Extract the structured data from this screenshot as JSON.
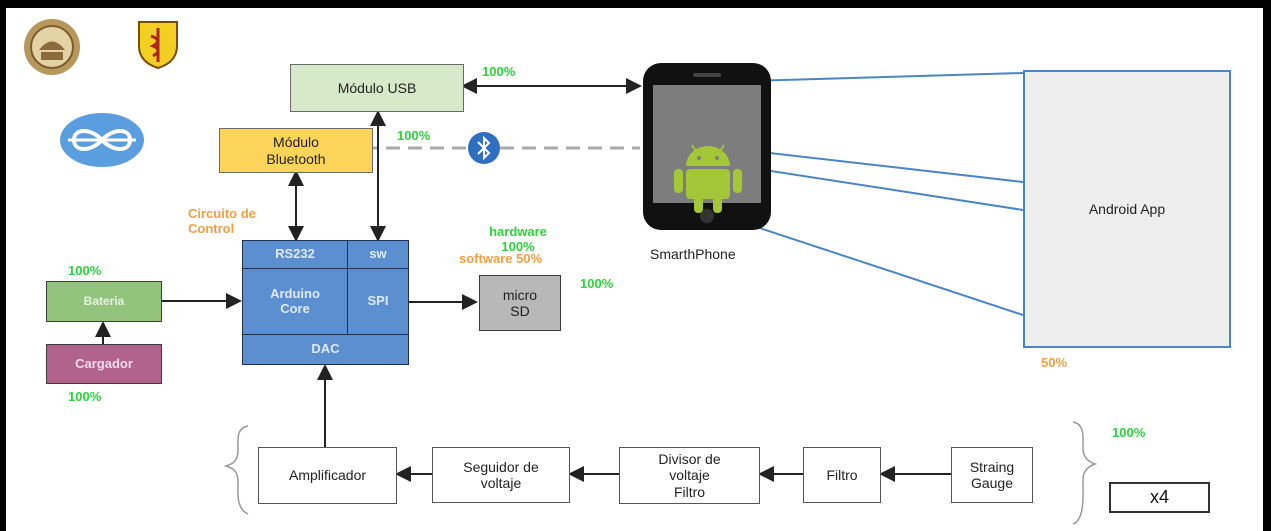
{
  "blocks": {
    "usb": "Módulo USB",
    "bluetooth_line1": "Módulo",
    "bluetooth_line2": "Bluetooth",
    "control_label_line1": "Circuito de",
    "control_label_line2": "Control",
    "rs232": "RS232",
    "sw": "sw",
    "arduino_line1": "Arduino",
    "arduino_line2": "Core",
    "spi": "SPI",
    "dac": "DAC",
    "bateria": "Bateria",
    "cargador": "Cargador",
    "microsd_line1": "micro",
    "microsd_line2": "SD",
    "smartphone": "SmarthPhone",
    "android_app": "Android App",
    "amplificador": "Amplificador",
    "seguidor_line1": "Seguidor de",
    "seguidor_line2": "voltaje",
    "divisor_line1": "Divisor de",
    "divisor_line2": "voltaje",
    "divisor_line3": "Filtro",
    "filtro": "Filtro",
    "straing_line1": "Straing",
    "straing_line2": "Gauge",
    "x4": "x4"
  },
  "percentages": {
    "usb": "100%",
    "bluetooth": "100%",
    "hardware_line1": "hardware",
    "hardware_line2": "100%",
    "software": "software 50%",
    "microsd": "100%",
    "bateria": "100%",
    "cargador": "100%",
    "android_app": "50%",
    "sensor_chain": "100%"
  },
  "colors": {
    "green_pct": "#2cd33c",
    "orange_pct": "#f0a040",
    "arduino_blue": "#5b8fd0",
    "usb_green": "#d6e9c9",
    "bt_yellow": "#fdd45a",
    "app_line_blue": "#4a86c5"
  },
  "icons": [
    "university-seal-icon",
    "medical-shield-icon",
    "infinity-logo-icon",
    "bluetooth-icon",
    "android-icon"
  ]
}
